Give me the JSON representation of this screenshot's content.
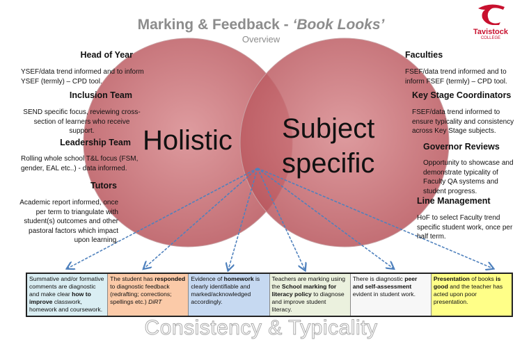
{
  "header": {
    "title": "Marking & Feedback - ",
    "title_italic": "‘Book Looks’",
    "subtitle": "Overview"
  },
  "logo": {
    "name": "Tavistock",
    "sub": "COLLEGE"
  },
  "circles": {
    "left": "Holistic",
    "right_line1": "Subject",
    "right_line2": "specific",
    "color": "#c0646a"
  },
  "left_groups": [
    {
      "heading": "Head of Year",
      "text": "YSEF/data trend informed and to inform YSEF (termly) – CPD tool."
    },
    {
      "heading": "Inclusion Team",
      "text": "SEND specific focus, reviewing cross-section of learners who receive support."
    },
    {
      "heading": "Leadership Team",
      "text": "Rolling whole school T&L focus (FSM, gender, EAL etc..) - data informed."
    },
    {
      "heading": "Tutors",
      "text": "Academic report informed, once per term to triangulate with student(s) outcomes and other pastoral factors which impact upon learning."
    }
  ],
  "right_groups": [
    {
      "heading": "Faculties",
      "text": "FSEF/data trend informed and to inform FSEF (termly) – CPD tool."
    },
    {
      "heading": "Key Stage Coordinators",
      "text": "FSEF/data trend informed to ensure typicality and consistency across Key Stage subjects."
    },
    {
      "heading": "Governor Reviews",
      "text": "Opportunity to showcase and demonstrate typicality of Faculty QA systems and student progress."
    },
    {
      "heading": "Line Management",
      "text": "HoF to select Faculty trend specific student work, once per half term."
    }
  ],
  "boxes": [
    {
      "color": "#daeef3",
      "parts": [
        [
          "Summative and/or formative comments are diagnostic and make clear ",
          ""
        ],
        [
          "how to improve",
          "b"
        ],
        [
          " classwork, homework and coursework.",
          ""
        ]
      ]
    },
    {
      "color": "#fbcaa8",
      "parts": [
        [
          "The student has ",
          ""
        ],
        [
          "responded",
          "b"
        ],
        [
          " to diagnostic feedback (redrafting; corrections; spellings etc.) ",
          ""
        ],
        [
          "DiRT",
          "i"
        ]
      ]
    },
    {
      "color": "#c6d9f1",
      "parts": [
        [
          "Evidence of ",
          ""
        ],
        [
          "homework",
          "b"
        ],
        [
          " is clearly identifiable and marked/acknowledged accordingly.",
          ""
        ]
      ]
    },
    {
      "color": "#ebf1de",
      "parts": [
        [
          "Teachers are marking using the ",
          ""
        ],
        [
          "School marking for literacy policy",
          "b"
        ],
        [
          " to diagnose and improve student literacy.",
          ""
        ]
      ]
    },
    {
      "color": "#f7f7f7",
      "parts": [
        [
          "There is diagnostic ",
          ""
        ],
        [
          "peer and self-assessment",
          "b"
        ],
        [
          " evident in student work.",
          ""
        ]
      ]
    },
    {
      "color": "#ffff88",
      "parts": [
        [
          "Presentation",
          "b"
        ],
        [
          " of books ",
          ""
        ],
        [
          "is good",
          "b"
        ],
        [
          " and the teacher has acted upon poor presentation.",
          ""
        ]
      ]
    }
  ],
  "footer": "Consistency & Typicality"
}
